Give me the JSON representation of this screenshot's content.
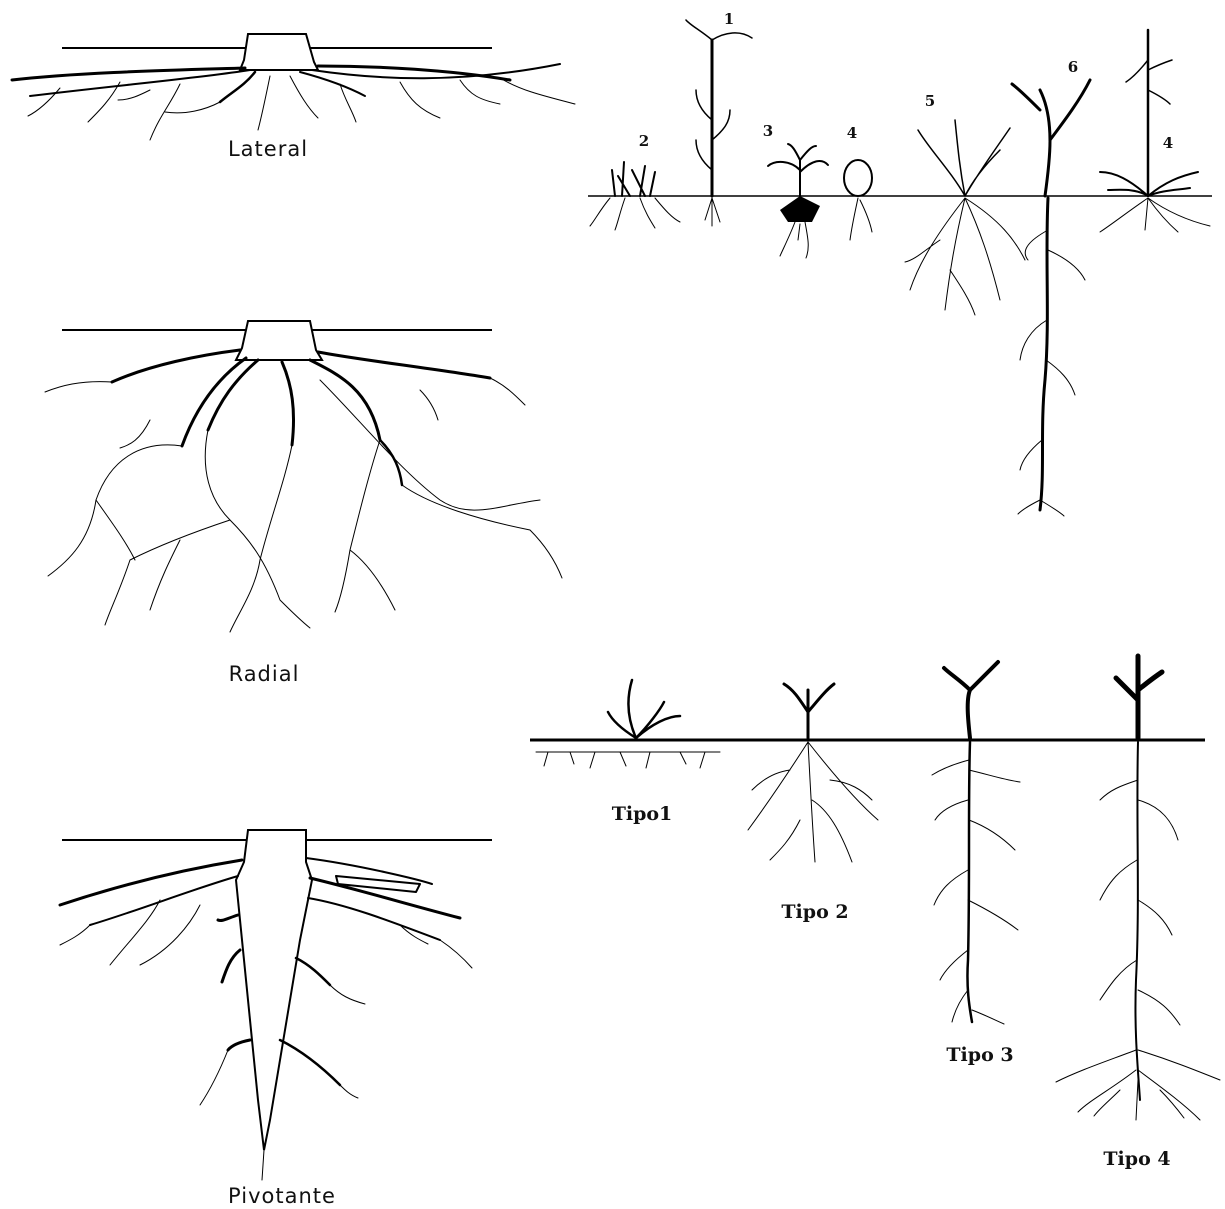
{
  "left_panel": {
    "labels": {
      "lateral": "Lateral",
      "radial": "Radial",
      "pivotante": "Pivotante"
    }
  },
  "top_right_panel": {
    "plant_numbers": [
      "1",
      "2",
      "3",
      "4",
      "5",
      "6",
      "4"
    ]
  },
  "bottom_right_panel": {
    "labels": {
      "tipo1": "Tipo1",
      "tipo2": "Tipo 2",
      "tipo3": "Tipo 3",
      "tipo4": "Tipo 4"
    }
  }
}
